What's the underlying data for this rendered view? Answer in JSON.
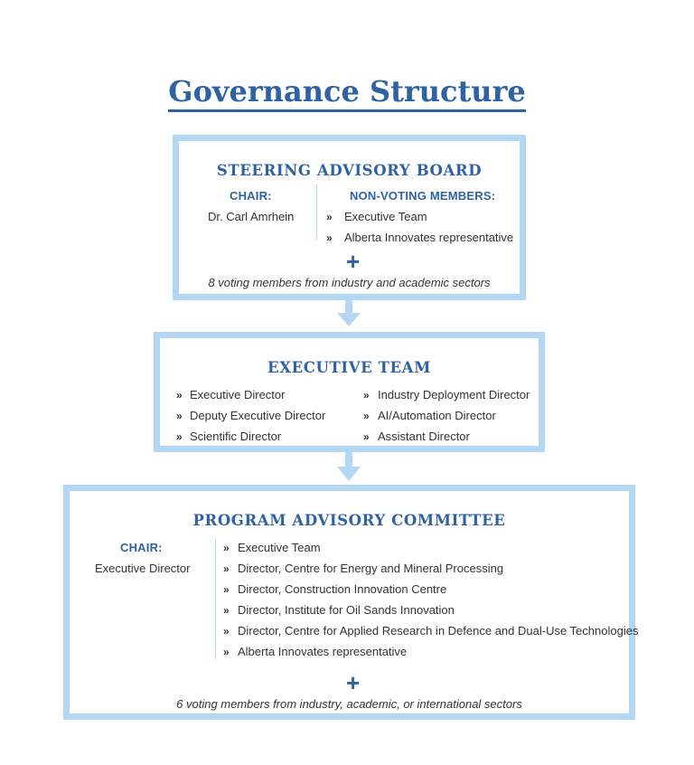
{
  "title": "Governance Structure",
  "steering": {
    "heading": "STEERING ADVISORY BOARD",
    "chair_label": "CHAIR:",
    "chair_name": "Dr. Carl Amrhein",
    "nonvoting_label": "NON-VOTING MEMBERS:",
    "nonvoting_items": [
      "Executive Team",
      "Alberta Innovates representative"
    ],
    "plus": "+",
    "footer": "8 voting members from industry and academic sectors"
  },
  "executive": {
    "heading": "EXECUTIVE TEAM",
    "left_items": [
      "Executive Director",
      "Deputy Executive Director",
      "Scientific Director"
    ],
    "right_items": [
      "Industry Deployment Director",
      "AI/Automation Director",
      "Assistant Director"
    ]
  },
  "program": {
    "heading": "PROGRAM ADVISORY COMMITTEE",
    "chair_label": "CHAIR:",
    "chair_name": "Executive Director",
    "items": [
      "Executive Team",
      "Director, Centre for Energy and Mineral Processing",
      "Director, Construction Innovation Centre",
      "Director, Institute for Oil Sands Innovation",
      "Director, Centre for Applied Research in Defence and Dual-Use Technologies",
      "Alberta Innovates representative"
    ],
    "plus": "+",
    "footer": "6 voting members from industry, academic, or international sectors"
  },
  "bullet_glyph": "»",
  "colors": {
    "accent": "#2e62a3",
    "border": "#b3d6f3",
    "text": "#333333"
  }
}
